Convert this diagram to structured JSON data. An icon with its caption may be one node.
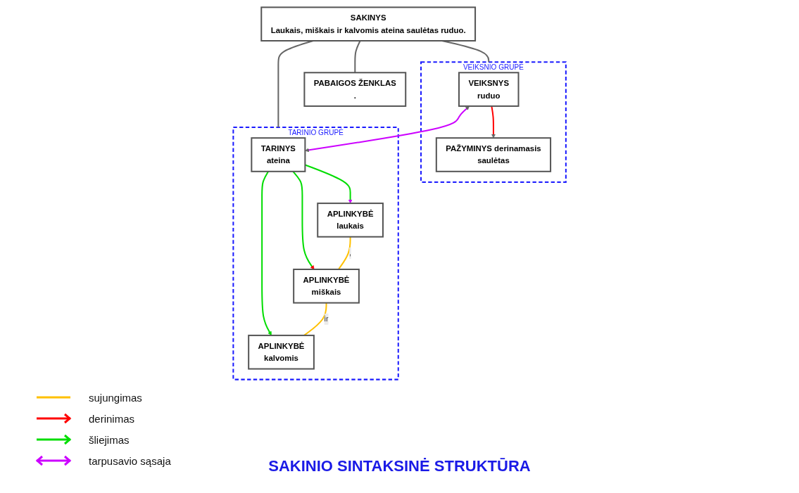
{
  "diagram": {
    "caption": "SAKINIO SINTAKSINĖ STRUKTŪRA",
    "nodes": [
      {
        "text": [
          "SAKINYS",
          "Laukais, miškais ir kalvomis ateina saulėtas ruduo."
        ]
      },
      {
        "text": [
          "VEIKSNIO GRUPĖ"
        ]
      },
      {
        "text": [
          "VEIKSNYS",
          "ruduo"
        ],
        "in": 1
      },
      {
        "text": [
          "PAŽYMINYS derinamasis",
          "saulėtas"
        ],
        "in": 1
      },
      {
        "text": [
          "TARINIO GRUPĖ"
        ]
      },
      {
        "text": [
          "TARINYS",
          "ateina"
        ],
        "in": 4
      },
      {
        "text": [
          "APLINKYBĖ",
          "laukais"
        ],
        "in": 4
      },
      {
        "text": [
          "APLINKYBĖ",
          "miškais"
        ],
        "in": 4
      },
      {
        "text": [
          "APLINKYBĖ",
          "kalvomis"
        ],
        "in": 4
      },
      {
        "text": [
          "PABAIGOS ŽENKLAS",
          "."
        ]
      }
    ],
    "edges": [
      {
        "from": 0,
        "to": 1,
        "arrow": "none",
        "color": "#666666"
      },
      {
        "from": 0,
        "to": 4,
        "arrow": "none",
        "color": "#666666"
      },
      {
        "from": 0,
        "to": 9,
        "arrow": "none",
        "color": "#666666"
      },
      {
        "from": 2,
        "to": 5,
        "arrow": "both",
        "color": "#cc00ff"
      },
      {
        "from": 2,
        "to": 3,
        "arrow": "to",
        "color": "#ff0000"
      },
      {
        "from": 5,
        "to": 6,
        "arrow": "to",
        "color": "#00dd00"
      },
      {
        "from": 5,
        "to": 7,
        "arrow": "to",
        "color": "#00dd00"
      },
      {
        "from": 5,
        "to": 8,
        "arrow": "to",
        "color": "#00dd00"
      },
      {
        "from": 6,
        "to": 7,
        "label": ",",
        "arrow": "none",
        "color": "#ffc000"
      },
      {
        "from": 7,
        "to": 8,
        "label": "ir",
        "arrow": "none",
        "color": "#ffc000"
      }
    ],
    "legend": [
      {
        "text": "sujungimas"
      },
      {
        "text": "derinimas"
      },
      {
        "text": "šliejimas"
      },
      {
        "text": "tarpusavio sąsaja"
      }
    ]
  }
}
